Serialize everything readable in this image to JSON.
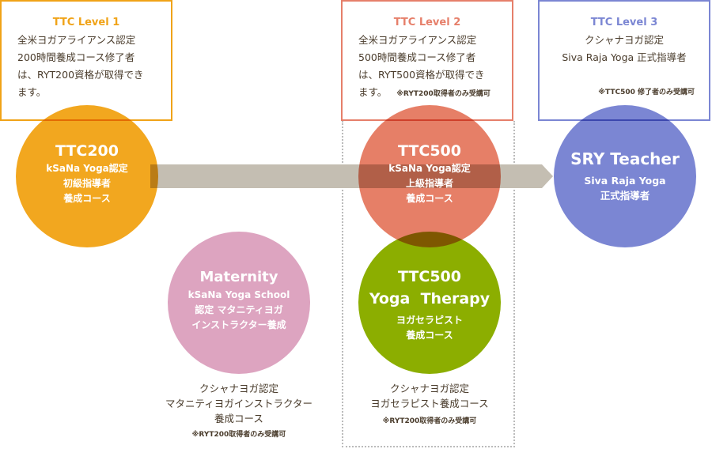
{
  "levels": [
    {
      "title": "TTC Level 1",
      "lines": [
        "全米ヨガアライアンス認定",
        "200時間養成コース修了者",
        "は、RYT200資格が取得でき",
        "ます。"
      ],
      "note": ""
    },
    {
      "title": "TTC Level 2",
      "lines": [
        "全米ヨガアライアンス認定",
        "500時間養成コース修了者",
        "は、RYT500資格が取得でき",
        "ます。"
      ],
      "note": "※RYT200取得者のみ受講可"
    },
    {
      "title": "TTC Level 3",
      "lines": [
        "クシャナヨガ認定",
        "Siva Raja Yoga 正式指導者"
      ],
      "note": "※TTC500 修了者のみ受講可"
    }
  ],
  "circles": {
    "ttc200": {
      "title": "TTC200",
      "lines": [
        "kSaNa Yoga認定",
        "初級指導者",
        "養成コース"
      ]
    },
    "ttc500": {
      "title": "TTC500",
      "lines": [
        "kSaNa Yoga認定",
        "上級指導者",
        "養成コース"
      ]
    },
    "therapy": {
      "title1": "TTC500",
      "title2": "Yoga  Therapy",
      "lines": [
        "ヨガセラピスト",
        "養成コース"
      ]
    },
    "sry": {
      "title": "SRY Teacher",
      "lines": [
        "Siva Raja Yoga",
        "正式指導者"
      ]
    },
    "maternity": {
      "title": "Maternity",
      "lines": [
        "kSaNa Yoga School",
        "認定 マタニティヨガ",
        "インストラクター養成"
      ]
    }
  },
  "captions": {
    "maternity": {
      "lines": [
        "クシャナヨガ認定",
        "マタニティヨガインストラクター",
        "養成コース"
      ],
      "note": "※RYT200取得者のみ受講可"
    },
    "therapy": {
      "lines": [
        "クシャナヨガ認定",
        "ヨガセラピスト養成コース"
      ],
      "note": "※RYT200取得者のみ受講可"
    }
  },
  "colors": {
    "level1": "#f0a318",
    "level2": "#e67f6a",
    "level3": "#7b86d3",
    "therapy": "#8cae00",
    "maternity": "#dda4c0",
    "arrow": "#c4beb2"
  }
}
